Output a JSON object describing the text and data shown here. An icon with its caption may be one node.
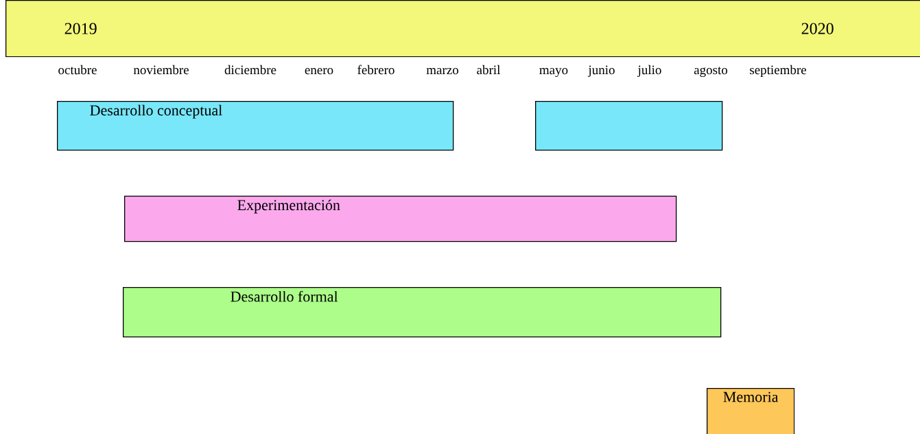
{
  "diagram": {
    "nodes": [
      {
        "text": [
          "2019",
          "2020"
        ]
      },
      {
        "text": [
          "Desarrollo conceptual"
        ]
      },
      {
        "text": [],
        "shape": "box"
      },
      {
        "text": [
          "Experimentación"
        ]
      },
      {
        "text": [
          "Desarrollo formal"
        ]
      },
      {
        "text": [
          "Memoria"
        ]
      }
    ],
    "labels": [
      "octubre",
      "noviembre",
      "diciembre",
      "enero",
      "febrero",
      "marzo",
      "abril",
      "mayo",
      "junio",
      "julio",
      "agosto",
      "septiembre"
    ]
  }
}
